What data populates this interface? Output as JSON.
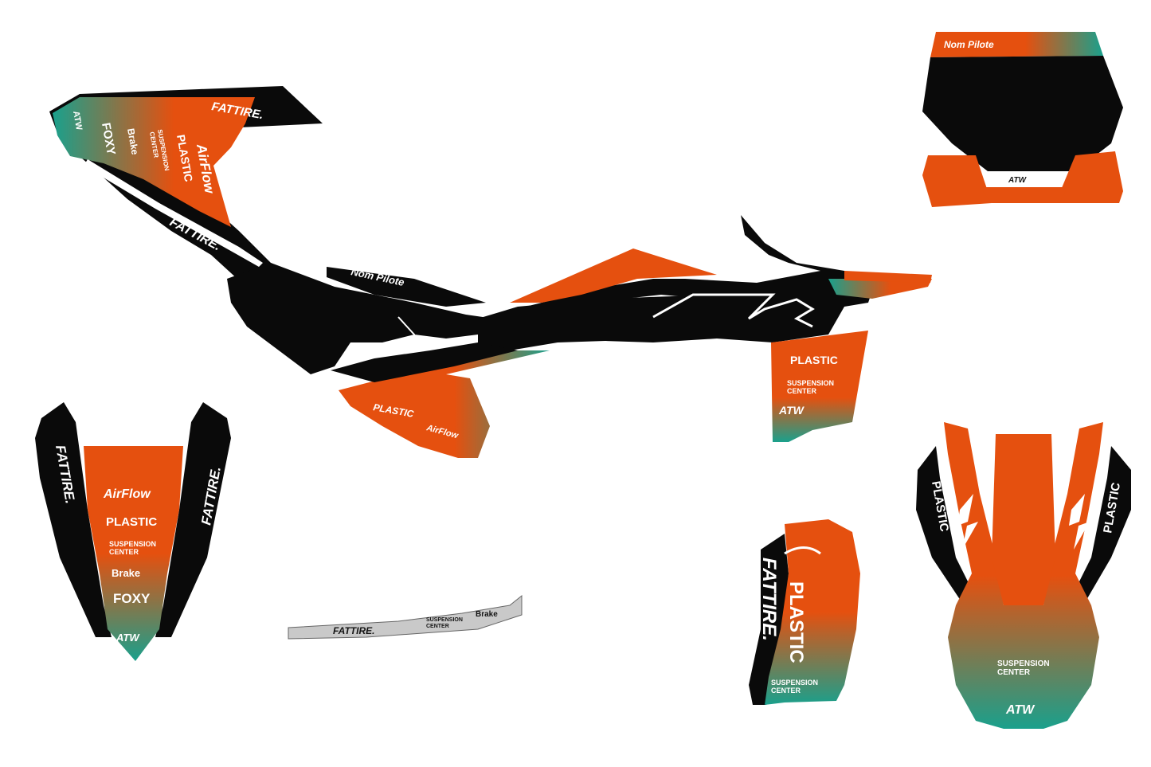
{
  "colors": {
    "orange": "#e5500f",
    "teal": "#1aa08c",
    "black": "#0a0a0a",
    "white": "#ffffff",
    "grey": "#c9c9c9"
  },
  "brands": {
    "fattire": "FATTIRE.",
    "plastic": "PLASTIC",
    "airflow": "AirFlow",
    "suspension_top": "SUSPENSION",
    "suspension_bottom": "CENTER",
    "brake": "Brake",
    "foxy": "FOXY",
    "atw": "ATW"
  },
  "rider_name": "Nom Pilote"
}
